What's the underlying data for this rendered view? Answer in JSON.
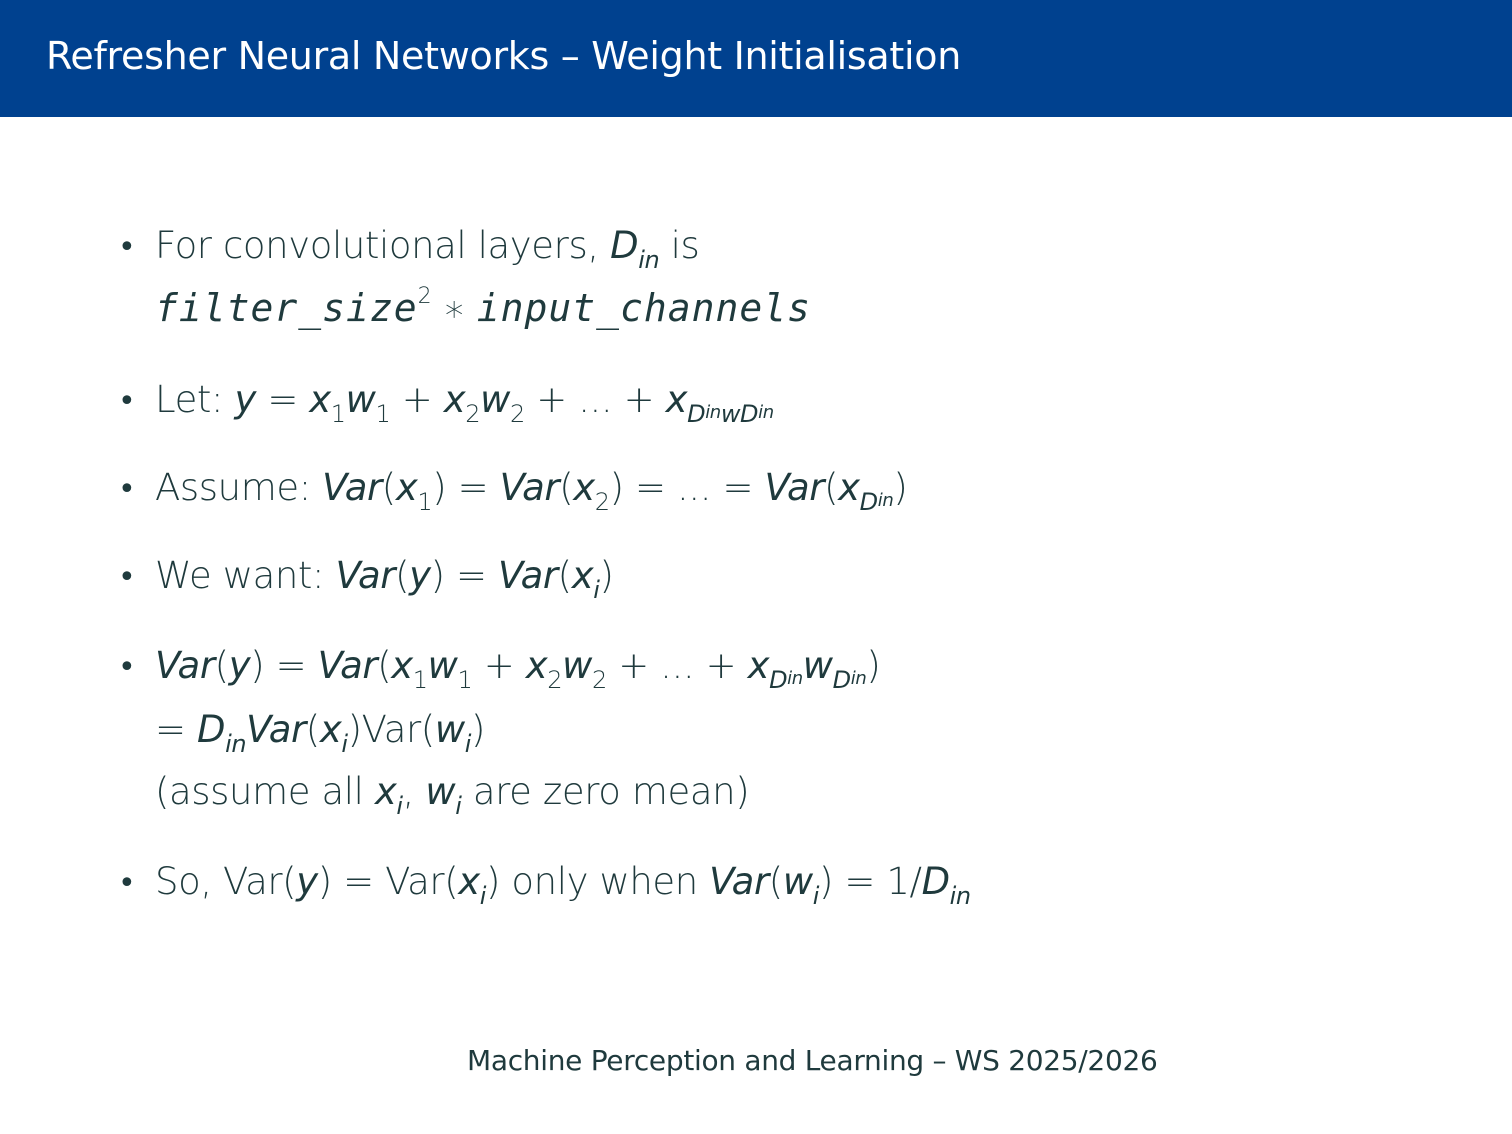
{
  "header": {
    "title": "Refresher Neural Networks – Weight Initialisation"
  },
  "bullets": [
    {
      "lines": [
        [
          {
            "t": "For convolutional layers, ",
            "s": "n"
          },
          {
            "t": "D",
            "s": "i"
          },
          {
            "t": "in",
            "s": "sub"
          },
          {
            "t": " is",
            "s": "n"
          }
        ],
        [
          {
            "t": "filter_size",
            "s": "mono"
          },
          {
            "t": "2",
            "s": "sup"
          },
          {
            "t": " ∗ ",
            "s": "n"
          },
          {
            "t": "input_channels",
            "s": "mono"
          }
        ]
      ]
    },
    {
      "lines": [
        [
          {
            "t": "Let: ",
            "s": "n"
          },
          {
            "t": "y",
            "s": "i"
          },
          {
            "t": " = ",
            "s": "n"
          },
          {
            "t": "x",
            "s": "i"
          },
          {
            "t": "1",
            "s": "subn"
          },
          {
            "t": "w",
            "s": "i"
          },
          {
            "t": "1",
            "s": "subn"
          },
          {
            "t": " + ",
            "s": "n"
          },
          {
            "t": "x",
            "s": "i"
          },
          {
            "t": "2",
            "s": "subn"
          },
          {
            "t": "w",
            "s": "i"
          },
          {
            "t": "2",
            "s": "subn"
          },
          {
            "t": " + ... + ",
            "s": "n"
          },
          {
            "t": "x",
            "s": "i"
          },
          {
            "t": "D",
            "s": "sub"
          },
          {
            "t": "in",
            "s": "sub2"
          },
          {
            "t": "w",
            "s": "sub"
          },
          {
            "t": "D",
            "s": "sub"
          },
          {
            "t": "in",
            "s": "sub2"
          }
        ]
      ]
    },
    {
      "lines": [
        [
          {
            "t": "Assume: ",
            "s": "n"
          },
          {
            "t": "Var",
            "s": "i"
          },
          {
            "t": "(",
            "s": "n"
          },
          {
            "t": "x",
            "s": "i"
          },
          {
            "t": "1",
            "s": "subn"
          },
          {
            "t": ") = ",
            "s": "n"
          },
          {
            "t": "Var",
            "s": "i"
          },
          {
            "t": "(",
            "s": "n"
          },
          {
            "t": "x",
            "s": "i"
          },
          {
            "t": "2",
            "s": "subn"
          },
          {
            "t": ") = ... = ",
            "s": "n"
          },
          {
            "t": "Var",
            "s": "i"
          },
          {
            "t": "(",
            "s": "n"
          },
          {
            "t": "x",
            "s": "i"
          },
          {
            "t": "D",
            "s": "sub"
          },
          {
            "t": "in",
            "s": "sub2"
          },
          {
            "t": ")",
            "s": "n"
          }
        ]
      ]
    },
    {
      "lines": [
        [
          {
            "t": "We want: ",
            "s": "n"
          },
          {
            "t": "Var",
            "s": "i"
          },
          {
            "t": "(",
            "s": "n"
          },
          {
            "t": "y",
            "s": "i"
          },
          {
            "t": ") = ",
            "s": "n"
          },
          {
            "t": "Var",
            "s": "i"
          },
          {
            "t": "(",
            "s": "n"
          },
          {
            "t": "x",
            "s": "i"
          },
          {
            "t": "i",
            "s": "sub"
          },
          {
            "t": ")",
            "s": "n"
          }
        ]
      ]
    },
    {
      "lines": [
        [
          {
            "t": "Var",
            "s": "i"
          },
          {
            "t": "(",
            "s": "n"
          },
          {
            "t": "y",
            "s": "i"
          },
          {
            "t": ") = ",
            "s": "n"
          },
          {
            "t": "Var",
            "s": "i"
          },
          {
            "t": "(",
            "s": "n"
          },
          {
            "t": "x",
            "s": "i"
          },
          {
            "t": "1",
            "s": "subn"
          },
          {
            "t": "w",
            "s": "i"
          },
          {
            "t": "1",
            "s": "subn"
          },
          {
            "t": " + ",
            "s": "n"
          },
          {
            "t": "x",
            "s": "i"
          },
          {
            "t": "2",
            "s": "subn"
          },
          {
            "t": "w",
            "s": "i"
          },
          {
            "t": "2",
            "s": "subn"
          },
          {
            "t": " + ... + ",
            "s": "n"
          },
          {
            "t": "x",
            "s": "i"
          },
          {
            "t": "D",
            "s": "sub"
          },
          {
            "t": "in",
            "s": "sub2"
          },
          {
            "t": "w",
            "s": "i"
          },
          {
            "t": "D",
            "s": "sub"
          },
          {
            "t": "in",
            "s": "sub2"
          },
          {
            "t": ")",
            "s": "n"
          }
        ],
        [
          {
            "t": "= ",
            "s": "n"
          },
          {
            "t": "D",
            "s": "i"
          },
          {
            "t": "in",
            "s": "sub"
          },
          {
            "t": "Var",
            "s": "i"
          },
          {
            "t": "(",
            "s": "n"
          },
          {
            "t": "x",
            "s": "i"
          },
          {
            "t": "i",
            "s": "sub"
          },
          {
            "t": ")Var(",
            "s": "n"
          },
          {
            "t": "w",
            "s": "i"
          },
          {
            "t": "i",
            "s": "sub"
          },
          {
            "t": ")",
            "s": "n"
          }
        ],
        [
          {
            "t": "(assume all ",
            "s": "n"
          },
          {
            "t": "x",
            "s": "i"
          },
          {
            "t": "i",
            "s": "sub"
          },
          {
            "t": ", ",
            "s": "n"
          },
          {
            "t": "w",
            "s": "i"
          },
          {
            "t": "i",
            "s": "sub"
          },
          {
            "t": " are zero mean)",
            "s": "n"
          }
        ]
      ]
    },
    {
      "lines": [
        [
          {
            "t": "So, Var(",
            "s": "n"
          },
          {
            "t": "y",
            "s": "i"
          },
          {
            "t": ") = Var(",
            "s": "n"
          },
          {
            "t": "x",
            "s": "i"
          },
          {
            "t": "i",
            "s": "sub"
          },
          {
            "t": ") only when ",
            "s": "n"
          },
          {
            "t": "Var",
            "s": "i"
          },
          {
            "t": "(",
            "s": "n"
          },
          {
            "t": "w",
            "s": "i"
          },
          {
            "t": "i",
            "s": "sub"
          },
          {
            "t": ") = 1/",
            "s": "n"
          },
          {
            "t": "D",
            "s": "i"
          },
          {
            "t": "in",
            "s": "sub"
          }
        ]
      ]
    }
  ],
  "bullet_symbol": "•",
  "footer": {
    "text": "Machine Perception and Learning – WS 2025/2026"
  }
}
